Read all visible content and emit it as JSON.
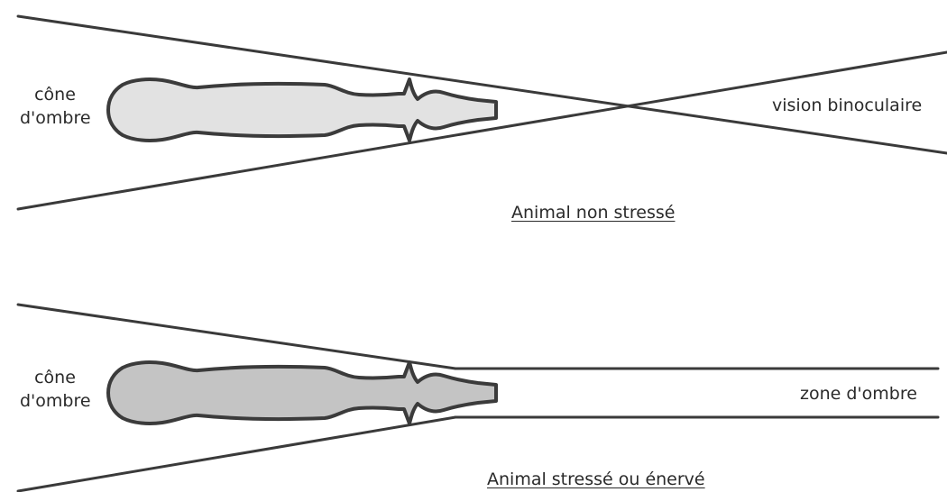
{
  "top_panel": {
    "left_label_line1": "cône",
    "left_label_line2": "d'ombre",
    "right_label": "vision binoculaire",
    "caption": "Animal non stressé"
  },
  "bottom_panel": {
    "left_label_line1": "cône",
    "left_label_line2": "d'ombre",
    "right_label": "zone d'ombre",
    "caption": "Animal stressé ou énervé"
  },
  "colors": {
    "line": "#3a3a3a",
    "body_fill_relaxed": "#e2e2e2",
    "body_fill_stressed": "#c4c4c4",
    "outline": "#3b3b3b"
  }
}
